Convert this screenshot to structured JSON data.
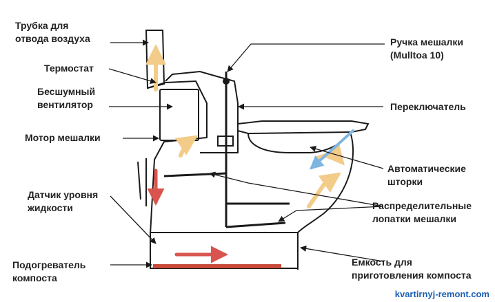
{
  "labels": {
    "air_pipe": [
      "Трубка для",
      "отвода воздуха"
    ],
    "thermostat": [
      "Термостат"
    ],
    "fan": [
      "Бесшумный",
      "вентилятор"
    ],
    "mixer_motor": [
      "Мотор мешалки"
    ],
    "level_sensor": [
      "Датчик уровня",
      "жидкости"
    ],
    "heater": [
      "Подогреватель",
      "компоста"
    ],
    "mixer_handle": [
      "Ручка мешалки",
      "(Mulltoa 10)"
    ],
    "switch": [
      "Переключатель"
    ],
    "shutters": [
      "Автоматические",
      "шторки"
    ],
    "blades": [
      "Распределительные",
      "лопатки мешалки"
    ],
    "tank": [
      "Емкость для",
      "приготовления компоста"
    ]
  },
  "watermark": "kvartirnyj-remont.com",
  "colors": {
    "outline": "#1a1a1a",
    "warm_air": "#f3cc8a",
    "cool_air": "#7fb6e0",
    "heat": "#d9534f",
    "heater_bar": "#c94a3a",
    "watermark": "#1a5fb4"
  }
}
